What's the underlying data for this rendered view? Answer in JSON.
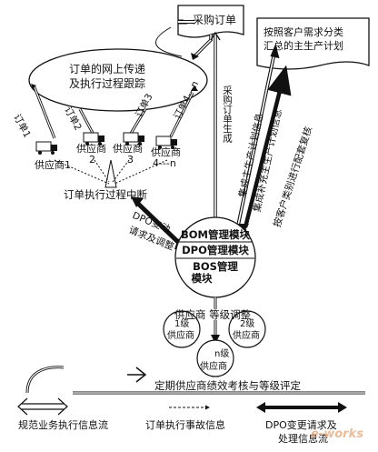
{
  "purchase_order": "采购订单",
  "master_plan": [
    "按照客户需求分类",
    "汇总的主生产计划"
  ],
  "online_tracking": [
    "订单的网上传递",
    "及执行过程跟踪"
  ],
  "orders": [
    "订单1",
    "订单2",
    "订单3",
    "订单4---n"
  ],
  "suppliers": [
    "供应商1",
    "供应商",
    "2",
    "供应商",
    "3",
    "供应商",
    "4---n"
  ],
  "interrupt": "订单执行过程中断",
  "dpo_change": [
    "DPO变动",
    "请求及调整"
  ],
  "modules": [
    "BOM管理模块",
    "DPO管理模块",
    "BOS管理",
    "模块"
  ],
  "arrow_labels": [
    "采购订单生成",
    "集成主生产计划信息",
    "集成补充主生产计划信息",
    "按客户类别进行配套复核"
  ],
  "grading": "供应商    等级调整",
  "levels": [
    "1级",
    "供应商",
    "2级",
    "供应商",
    "n级",
    "供应商"
  ],
  "evaluation": "定期供应商绩效考核与等级评定",
  "legend": [
    "规范业务执行信息流",
    "订单执行事故信息",
    "DPO变更请求及",
    "处理信息流"
  ],
  "watermark": "e-works"
}
